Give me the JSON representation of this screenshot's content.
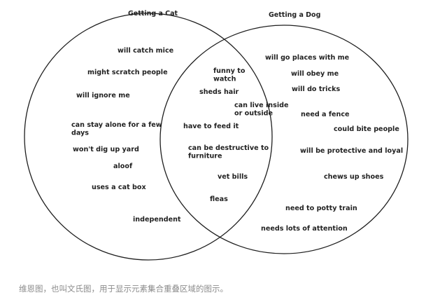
{
  "diagram": {
    "set_a_title": "Getting a Cat",
    "set_b_title": "Getting a Dog",
    "cat_only": [
      "will catch mice",
      "might scratch people",
      "will ignore me",
      [
        "can stay alone for a few",
        "days"
      ],
      "won't dig up yard",
      "aloof",
      "uses a cat box",
      "independent"
    ],
    "both": [
      [
        "funny to",
        "watch"
      ],
      "sheds hair",
      [
        "can live inside",
        "or outside"
      ],
      "have to feed it",
      [
        "can be destructive to",
        "furniture"
      ],
      "vet bills",
      "fleas"
    ],
    "dog_only": [
      "will go places with me",
      "will obey me",
      "will do tricks",
      "need a fence",
      "could bite people",
      "will be protective and loyal",
      "chews up shoes",
      "need to potty train",
      "needs lots of attention"
    ]
  },
  "caption": "维恩图，也叫文氏图，用于显示元素集合重叠区域的图示。"
}
